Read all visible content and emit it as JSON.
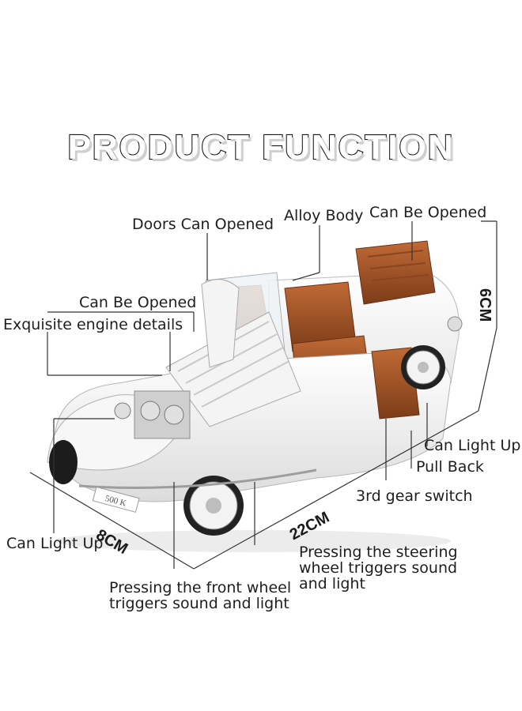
{
  "title": "PRODUCT FUNCTION",
  "labels": {
    "doors": "Doors Can Opened",
    "alloy": "Alloy Body",
    "can_opened_top": "Can Be Opened",
    "can_opened_left": "Can Be Opened",
    "engine": "Exquisite engine details",
    "light_right": "Can Light Up",
    "pull_back": "Pull Back",
    "gear": "3rd gear switch",
    "light_left": "Can Light Up",
    "steering_1": "Pressing the steering",
    "steering_2": "wheel triggers sound",
    "steering_3": "and light",
    "front_wheel_1": "Pressing the front wheel",
    "front_wheel_2": "triggers sound and light"
  },
  "dimensions": {
    "height": "6CM",
    "length": "22CM",
    "width": "8CM"
  },
  "car": {
    "plate": "500 K",
    "body_color": "#f2f2f0",
    "interior_color": "#a8582b"
  }
}
